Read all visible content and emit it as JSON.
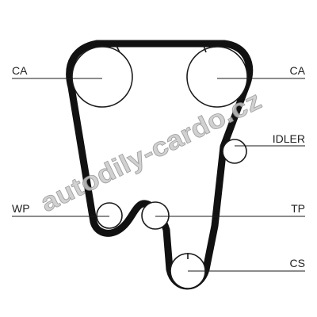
{
  "labels": {
    "ca_left": "CA",
    "ca_right": "CA",
    "idler": "IDLER",
    "wp": "WP",
    "tp": "TP",
    "cs": "CS"
  },
  "watermark": "autodily-cardo.cz",
  "colors": {
    "belt": "#111111",
    "watermark": "#c9c9c9"
  }
}
